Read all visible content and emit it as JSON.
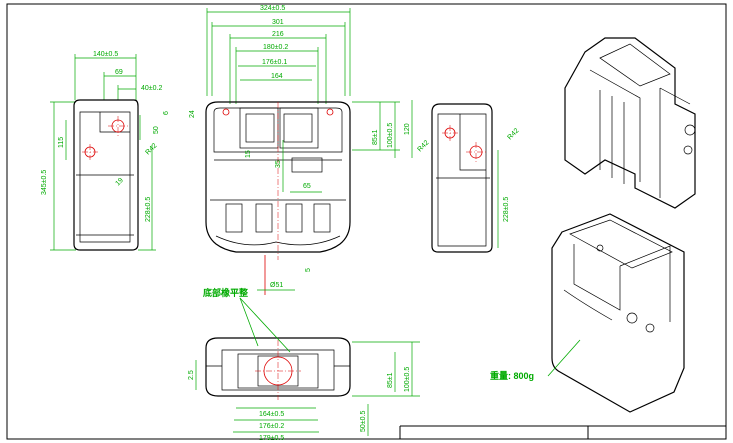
{
  "dims": {
    "top_overall": "324±0.5",
    "top_301": "301",
    "top_216": "216",
    "top_180": "180±0.2",
    "top_176": "176±0.1",
    "top_164": "164",
    "side_140": "140±0.5",
    "side_69": "69",
    "side_40": "40±0.2",
    "side_50": "50",
    "side_6": "6",
    "side_115": "115",
    "side_345": "345±0.5",
    "side_228": "228±0.5",
    "side_r42": "R42",
    "side_19": "19",
    "front_24": "24",
    "front_15": "15",
    "front_35": "35",
    "front_65": "65",
    "front_phi51": "Ø51",
    "front_5": "5",
    "right_100": "100±0.5",
    "right_85": "85±1",
    "right_120": "120",
    "right_228": "228±0.5",
    "bottom_25": "2.5",
    "bottom_100": "100±0.5",
    "bottom_85": "85±1",
    "bottom_50": "50±0.5",
    "bottom_164": "164±0.5",
    "bottom_176": "176±0.2",
    "bottom_179": "179±0.5"
  },
  "annotation_note": "底部橡平整",
  "weight_label": "重量: 800g",
  "title_block": {
    "cell1": "",
    "cell2": ""
  }
}
